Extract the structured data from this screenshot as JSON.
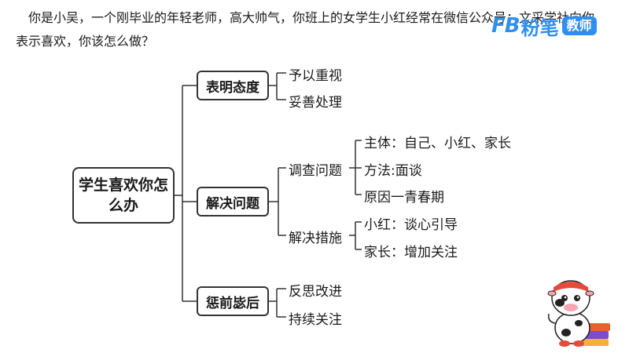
{
  "question_text": "你是小吴，一个刚毕业的年轻老师，高大帅气，你班上的女学生小红经常在微信公众号：文采学社向你表示喜欢，你该怎么做？",
  "brand": {
    "logo": "FB",
    "name": "粉笔",
    "badge": "教师",
    "color": "#2f8ff0"
  },
  "diagram": {
    "root": "学生喜欢你怎么办",
    "branches": [
      {
        "label": "表明态度",
        "items": [
          "予以重视",
          "妥善处理"
        ]
      },
      {
        "label": "解决问题",
        "sub": [
          {
            "label": "调查问题",
            "items": [
              "主体：自己、小红、家长",
              "方法:面谈",
              "原因一青春期"
            ]
          },
          {
            "label": "解决措施",
            "items": [
              "小红：谈心引导",
              "家长：增加关注"
            ]
          }
        ]
      },
      {
        "label": "惩前毖后",
        "items": [
          "反思改进",
          "持续关注"
        ]
      }
    ]
  },
  "mascot_icon": "cow-mascot-icon"
}
